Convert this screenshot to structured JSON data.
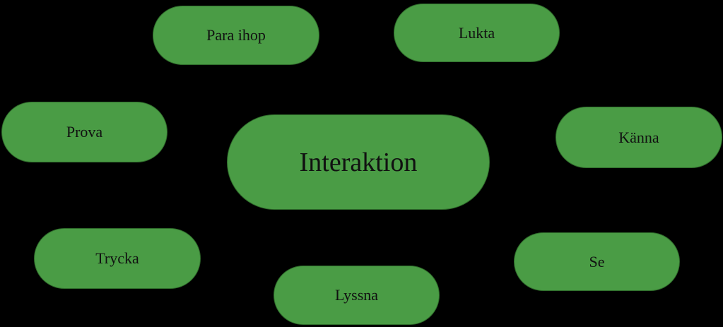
{
  "diagram": {
    "center": {
      "label": "Interaktion"
    },
    "nodes": [
      {
        "key": "para-ihop",
        "label": "Para ihop"
      },
      {
        "key": "lukta",
        "label": "Lukta"
      },
      {
        "key": "prova",
        "label": "Prova"
      },
      {
        "key": "kanna",
        "label": "Känna"
      },
      {
        "key": "trycka",
        "label": "Trycka"
      },
      {
        "key": "se",
        "label": "Se"
      },
      {
        "key": "lyssna",
        "label": "Lyssna"
      }
    ]
  },
  "colors": {
    "background": "#000000",
    "node_fill": "#4a9c45",
    "node_text": "#111111"
  }
}
